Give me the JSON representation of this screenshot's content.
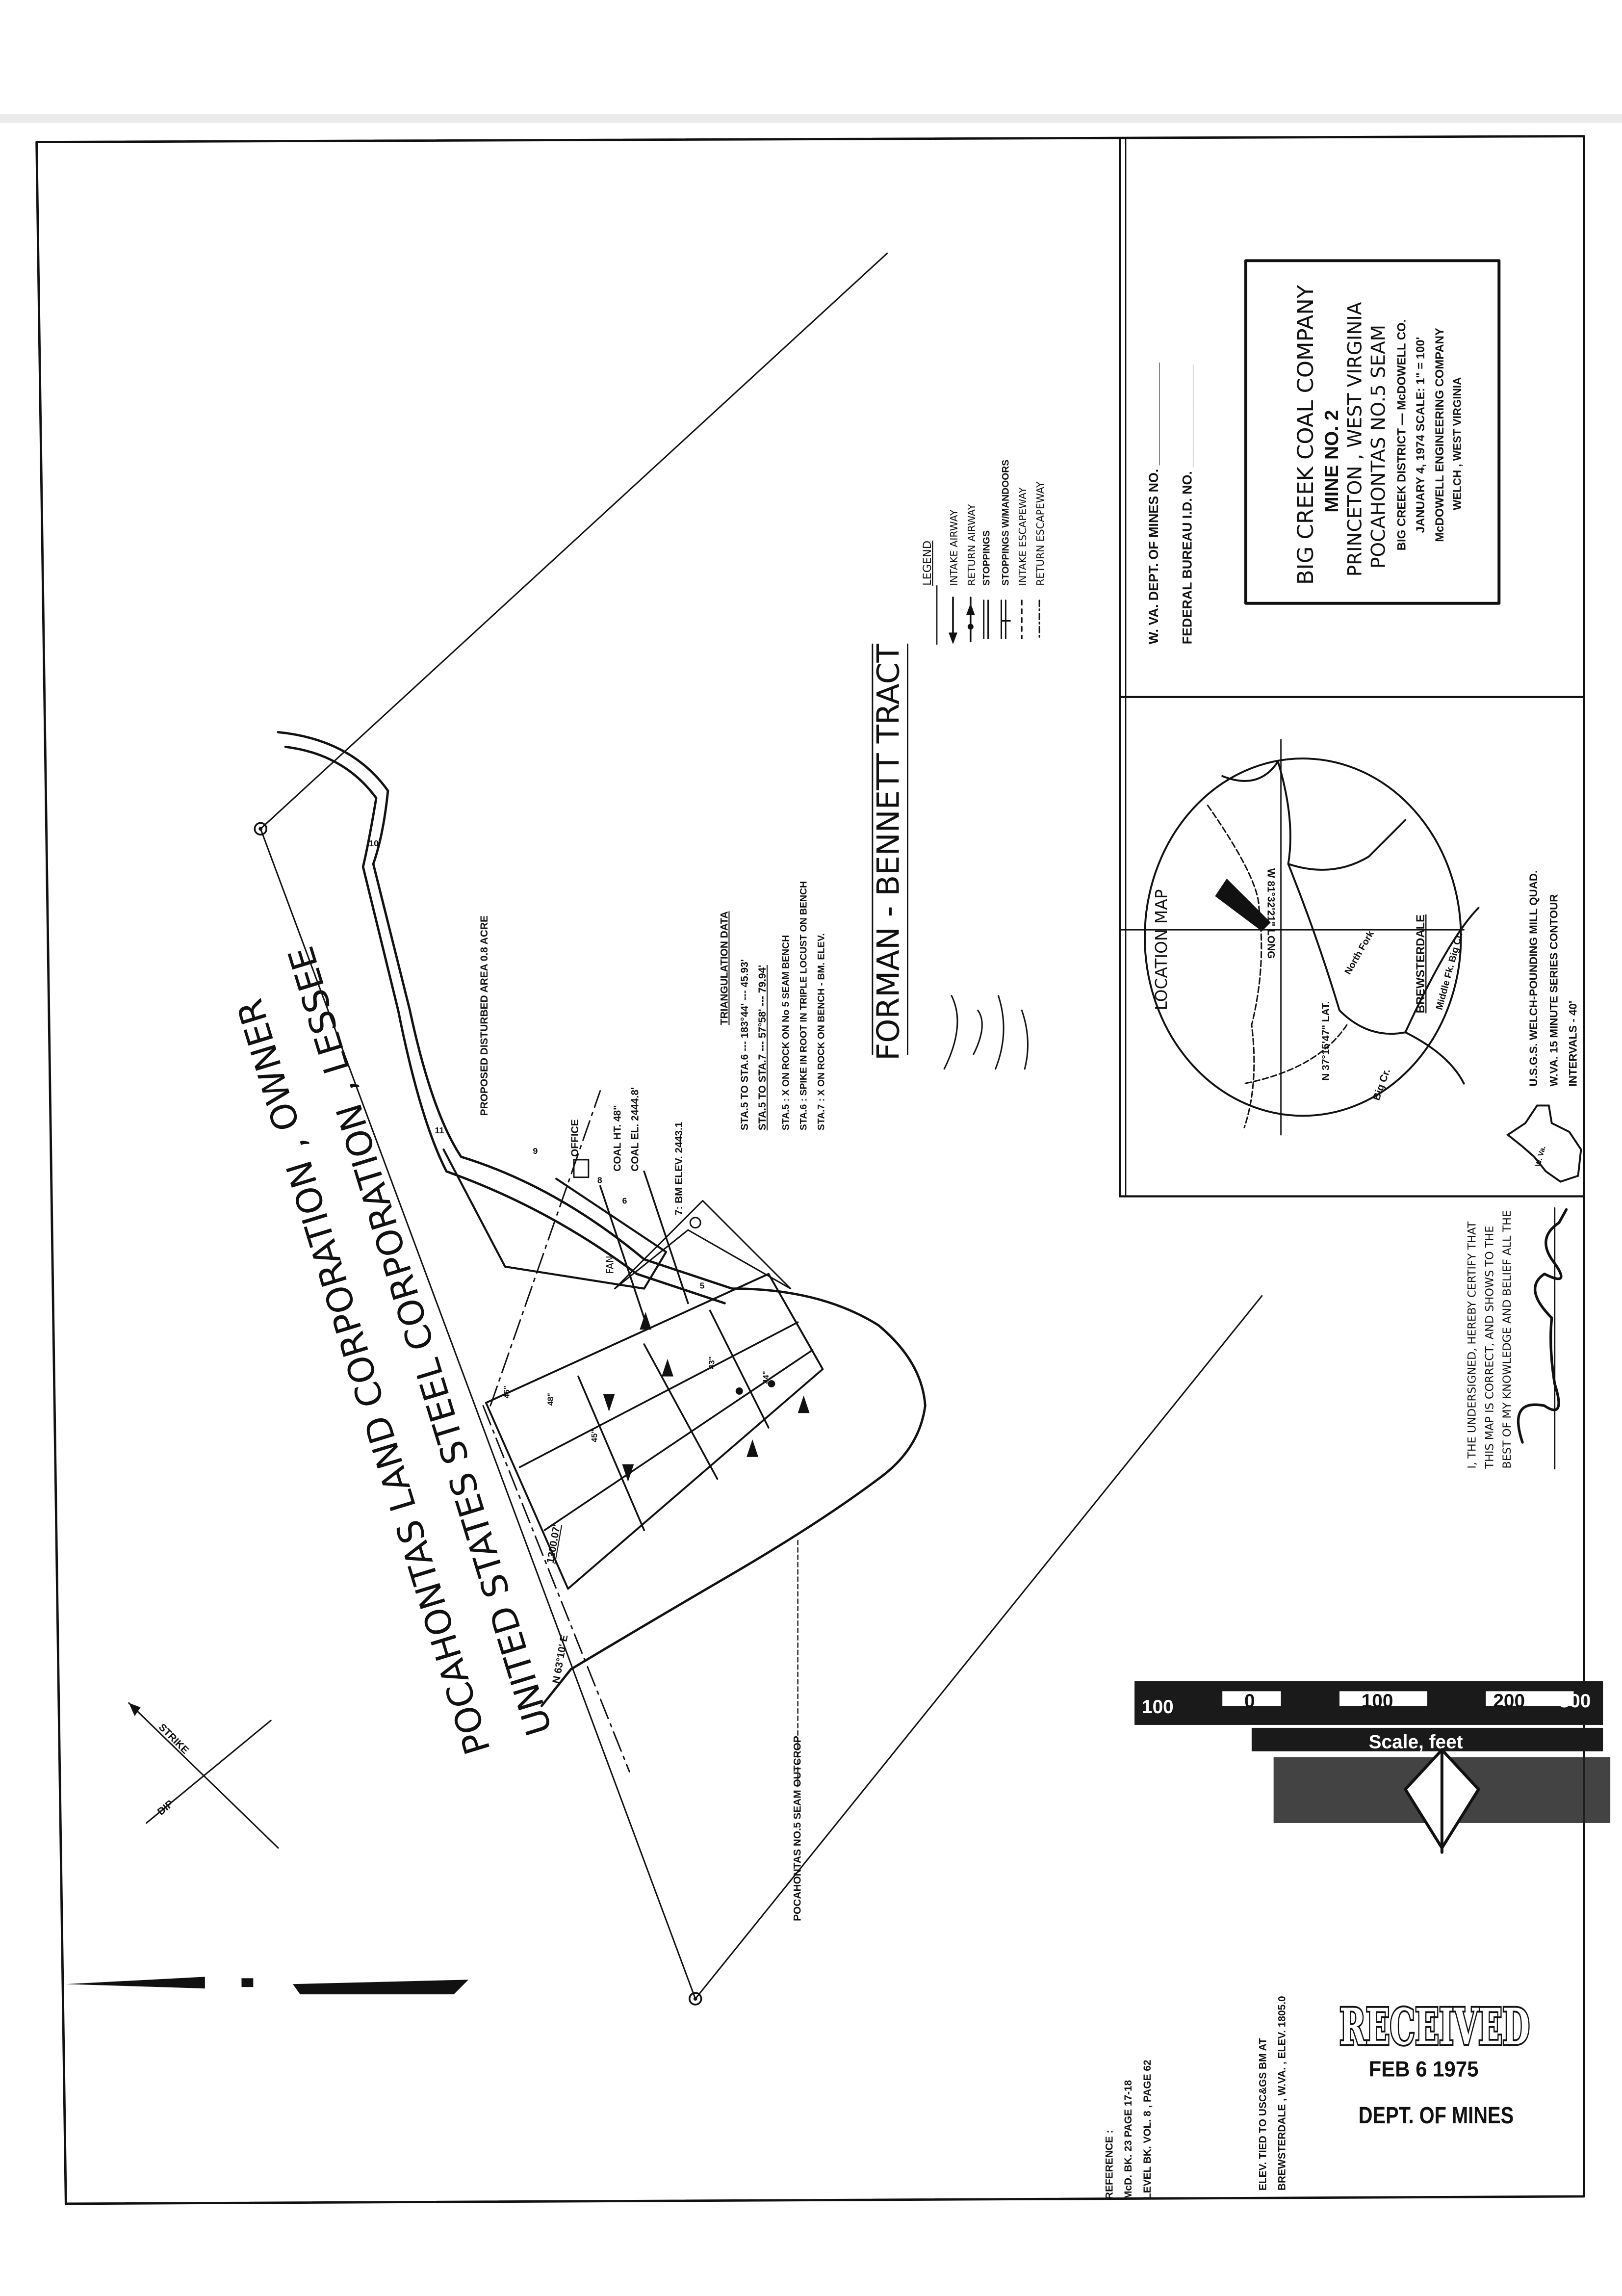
{
  "title_block": {
    "company": "BIG  CREEK  COAL  COMPANY",
    "mine": "MINE  NO. 2",
    "location": "PRINCETON , WEST VIRGINIA",
    "seam": "POCAHONTAS  NO.5  SEAM",
    "district": "BIG  CREEK  DISTRICT — McDOWELL  CO.",
    "date_scale": "JANUARY 4, 1974     SCALE: 1\" = 100'",
    "engineer": "McDOWELL   ENGINEERING   COMPANY",
    "engineer_city": "WELCH , WEST VIRGINIA"
  },
  "permit_numbers": {
    "wv_dept": "W. VA. DEPT. OF MINES NO. ______________",
    "federal": "FEDERAL  BUREAU  I.D. NO. ______________"
  },
  "location_map": {
    "label": "LOCATION  MAP",
    "lat": "N 37°15'47\" LAT.",
    "long": "W 81°32'21\" LONG",
    "town": "BREWSTERDALE",
    "creeks": [
      "Big Cr.",
      "Middle Fk. Big Cr.",
      "North Fork"
    ],
    "state_label": "W. Va.",
    "source_lines": [
      "U.S.G.S. WELCH-POUNDING MILL QUAD.",
      "W.VA. 15 MINUTE SERIES CONTOUR",
      "INTERVALS - 40'"
    ]
  },
  "certification": {
    "lines": [
      "I, THE UNDERSIGNED, HEREBY CERTIFY THAT",
      "THIS MAP IS CORRECT, AND SHOWS TO THE",
      "BEST OF MY KNOWLEDGE AND BELIEF ALL THE"
    ]
  },
  "legend": {
    "title": "LEGEND",
    "items": [
      {
        "label": "INTAKE   AIRWAY",
        "icon": "intake-airway-arrow"
      },
      {
        "label": "RETURN   AIRWAY",
        "icon": "return-airway-arrow"
      },
      {
        "label": "STOPPINGS",
        "icon": "stopping-bars"
      },
      {
        "label": "STOPPINGS  W/MANDOORS",
        "icon": "stopping-mandoor"
      },
      {
        "label": "INTAKE  ESCAPEWAY",
        "icon": "dashed-line"
      },
      {
        "label": "RETURN  ESCAPEWAY",
        "icon": "dash-dot-line"
      }
    ]
  },
  "tract": "FORMAN - BENNETT  TRACT",
  "triangulation": {
    "title": "TRIANGULATION   DATA",
    "lines": [
      "STA.5  TO  STA.6 --- 183°44' --- 45.93'",
      "STA.5  TO  STA.7 --- 57°58' --- 79.94'",
      "STA.5 : X  ON  ROCK  ON  No 5  SEAM BENCH",
      "STA.6 : SPIKE  IN  ROOT  IN  TRIPLE  LOCUST  ON  BENCH",
      "STA.7 : X  ON  ROCK  ON  BENCH - BM. ELEV."
    ]
  },
  "ownership": {
    "owner": "POCAHONTAS   LAND   CORPORATION ,  OWNER",
    "lessee": "UNITED  STATES   STEEL   CORPORATION ,  LESSEE"
  },
  "map_labels": {
    "disturbed_area": "PROPOSED  DISTURBED  AREA  0.8  ACRE",
    "office": "OFFICE",
    "coal_height": "COAL  HT.  48\"",
    "coal_elev": "COAL  EL.  2444.8'",
    "benchmark": "7: BM   ELEV.  2443.1",
    "fan": "FAN",
    "bearing": "N 63°10' E",
    "distance": "1300.07'",
    "outcrop": "POCAHONTAS  NO.5  SEAM  OUTCROP",
    "strike": "STRIKE",
    "dip": "DIP",
    "stations": [
      "5",
      "6",
      "8",
      "9",
      "10",
      "11"
    ],
    "heights": [
      "48\"",
      "45\"",
      "43\"",
      "44\"",
      "46\""
    ]
  },
  "scale_bar": {
    "ticks": [
      "100",
      "0",
      "100",
      "200",
      "300"
    ],
    "label": "Scale, feet"
  },
  "reference": {
    "lines": [
      "REFERENCE :",
      "McD. BK.  23  PAGE  17-18",
      "LEVEL  BK. VOL. 8 , PAGE 62"
    ]
  },
  "elevation_note": {
    "lines": [
      "ELEV.  TIED  TO  USC&GS  BM  AT",
      "BREWSTERDALE , W.VA. , ELEV.  1805.0"
    ]
  },
  "stamp": {
    "word": "RECEIVED",
    "date": "FEB  6 1975",
    "dept": "DEPT. OF MINES"
  }
}
